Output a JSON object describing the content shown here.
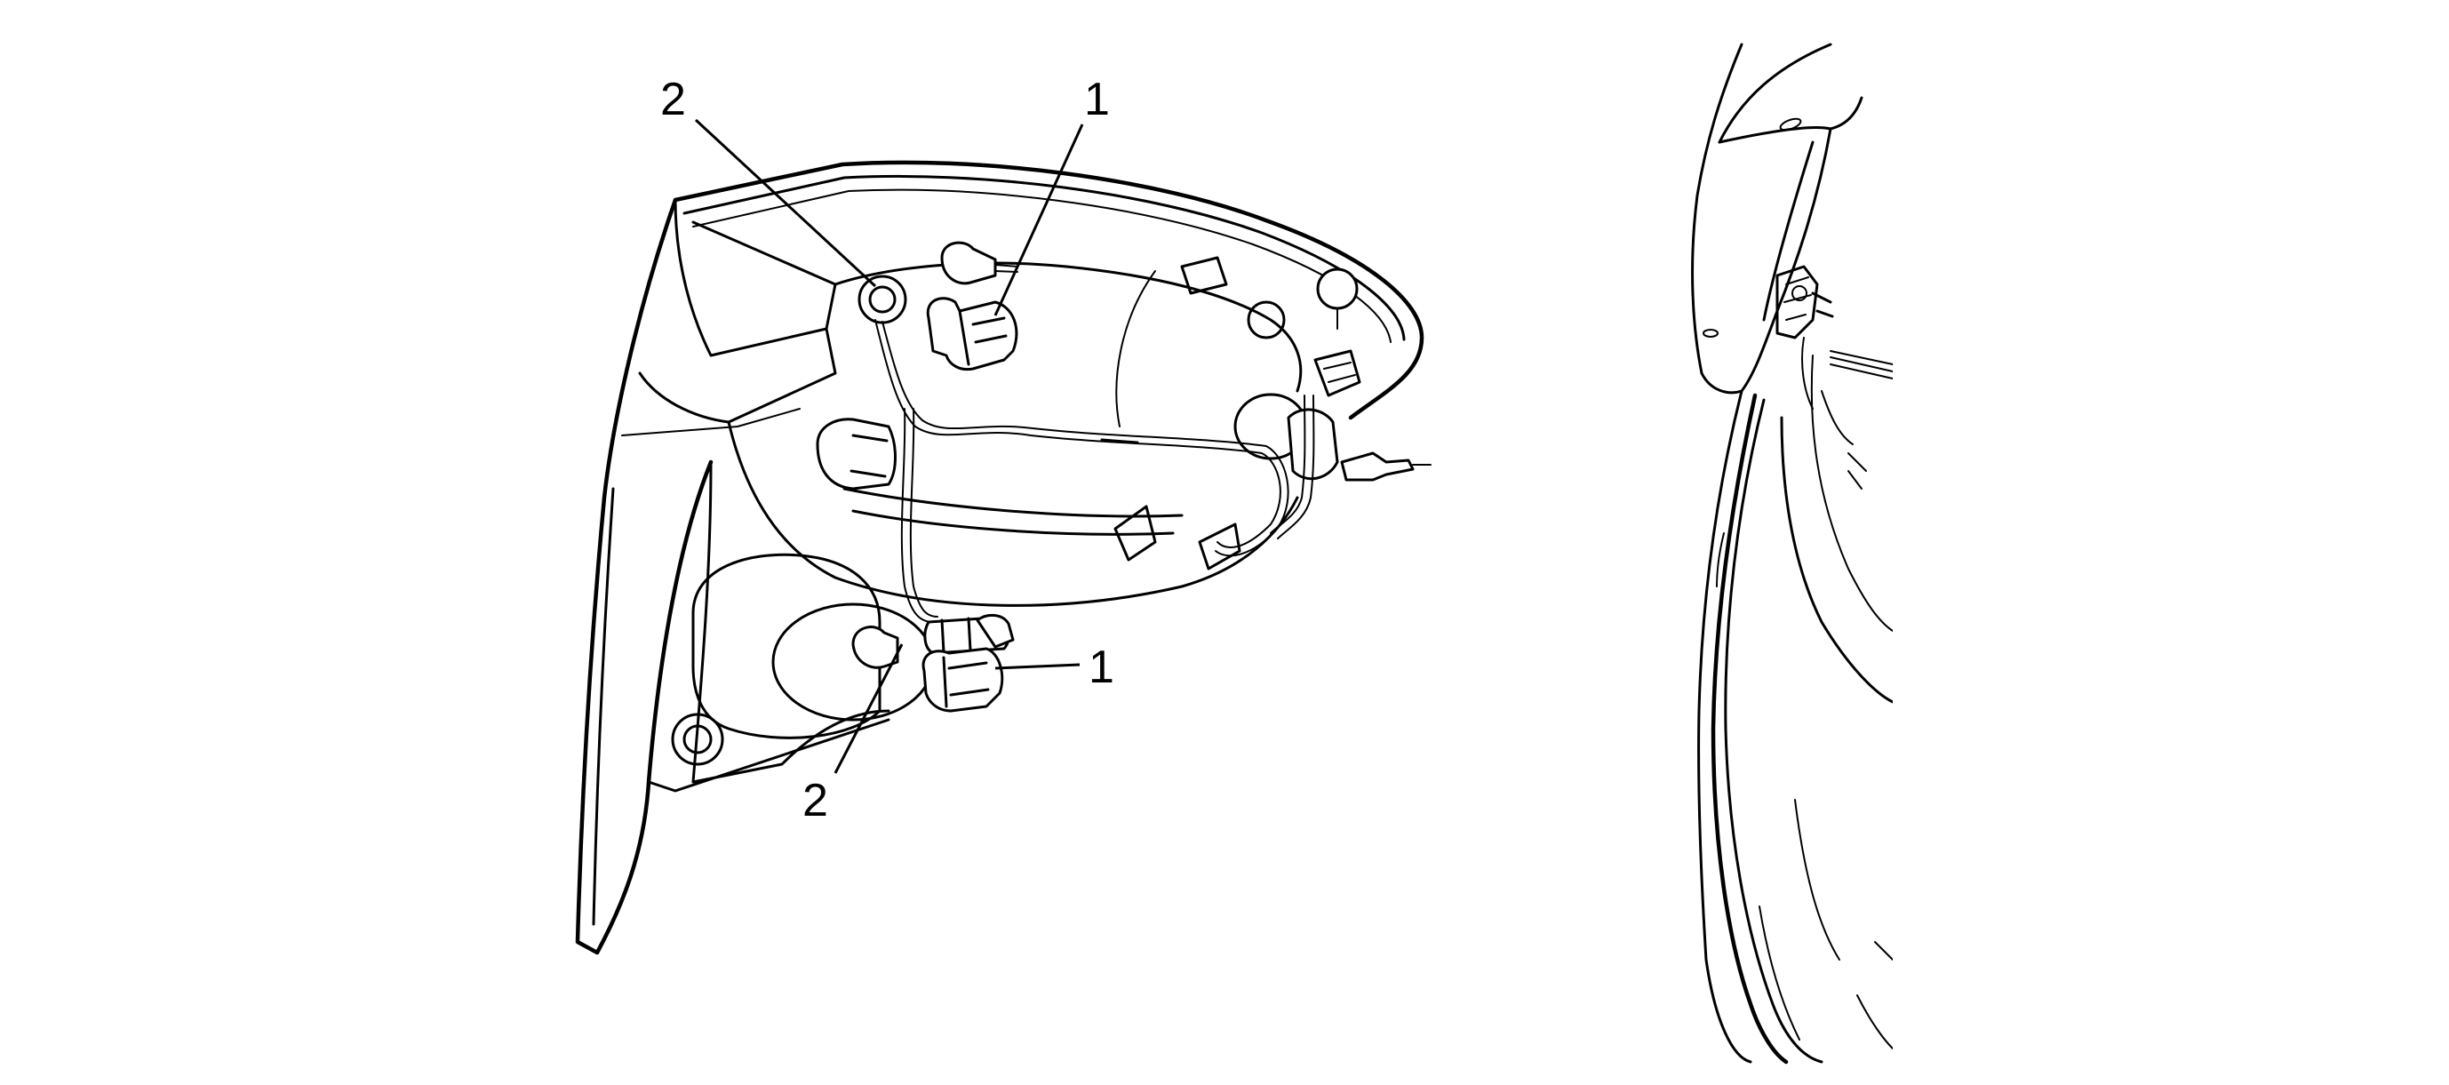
{
  "callouts": {
    "top_left": "2",
    "top_right": "1",
    "bottom_right": "1",
    "bottom_left": "2"
  },
  "colors": {
    "line": "#000000",
    "background": "#ffffff"
  }
}
